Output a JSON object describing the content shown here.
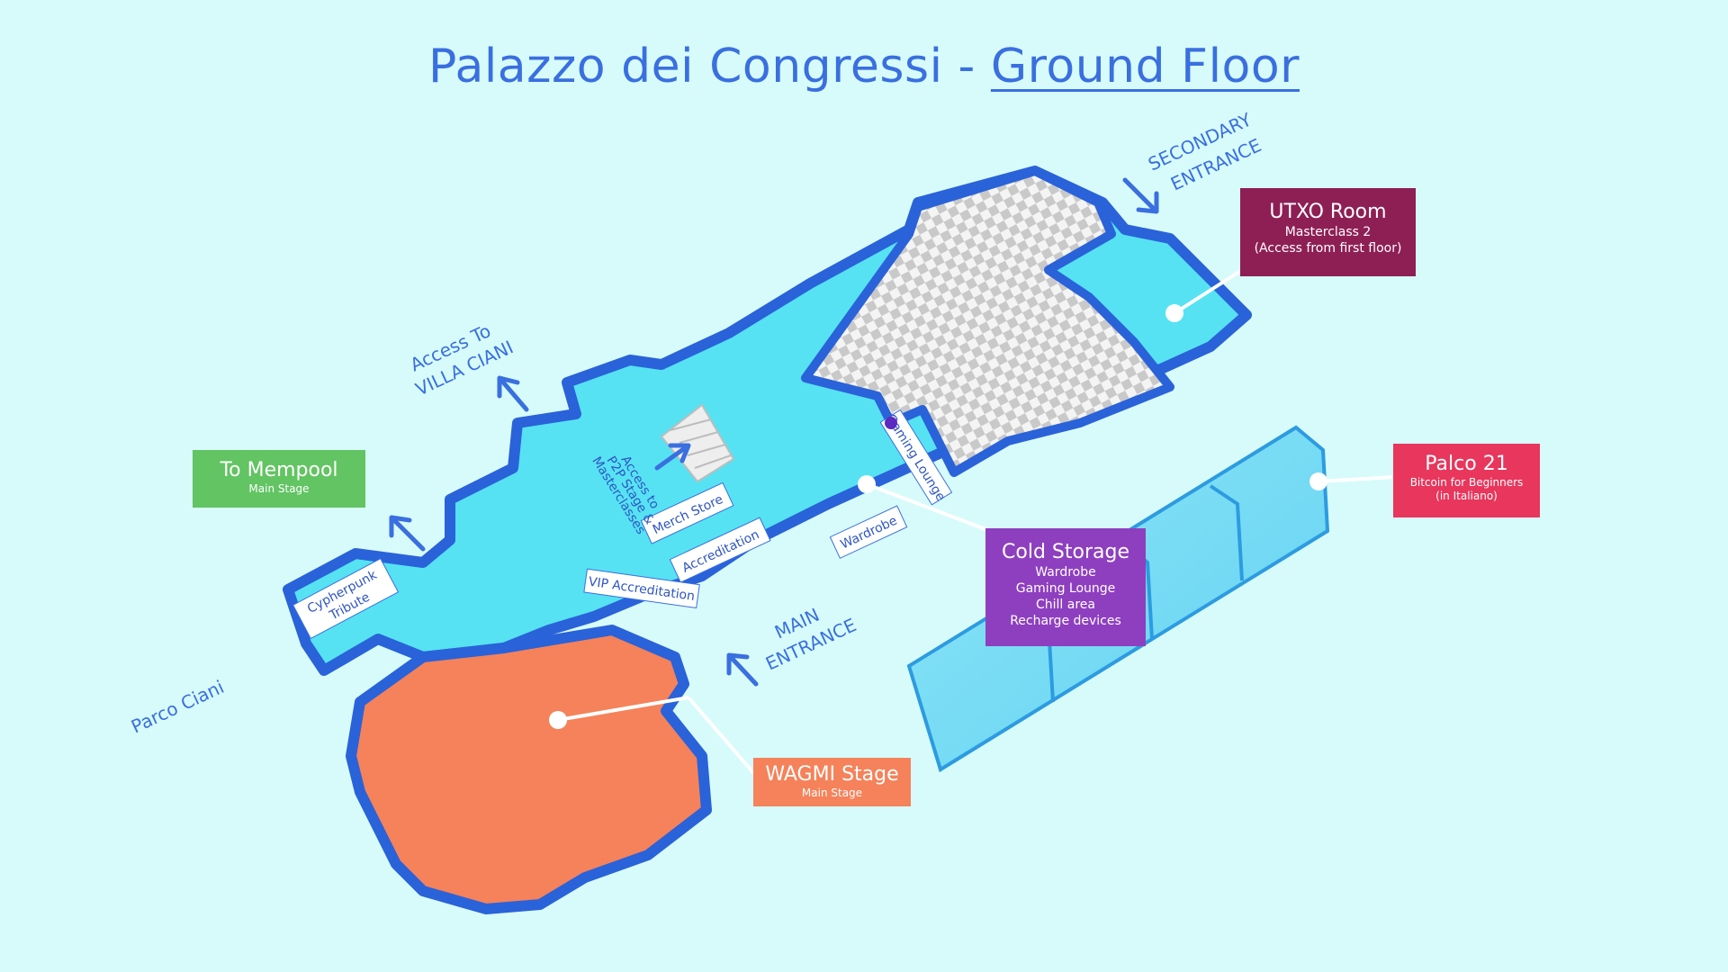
{
  "title": {
    "main": "Palazzo dei Congressi - ",
    "floor": "Ground Floor"
  },
  "colors": {
    "background": "#d7fbfb",
    "floor": "#56e2f2",
    "walls": "#2a62d9",
    "wagmi": "#f5825a",
    "mempool": "#62c462",
    "utxo": "#8e1f55",
    "cold_storage": "#8e3fbf",
    "palco21": "#e8365c"
  },
  "outdoor_labels": {
    "villa_ciani_1": "Access To",
    "villa_ciani_2": "VILLA CIANI",
    "secondary_1": "SECONDARY",
    "secondary_2": "ENTRANCE",
    "main_1": "MAIN",
    "main_2": "ENTRANCE",
    "parco": "Parco Ciani"
  },
  "room_tags": {
    "cypherpunk_1": "Cypherpunk",
    "cypherpunk_2": "Tribute",
    "merch": "Merch Store",
    "accreditation": "Accreditation",
    "vip": "VIP Accreditation",
    "wardrobe": "Wardrobe",
    "gaming": "Gaming Lounge",
    "p2p_1": "Access to",
    "p2p_2": "P2P Stage &",
    "p2p_3": "Masterclasses"
  },
  "callouts": {
    "mempool": {
      "title": "To Mempool",
      "sub": "Main Stage"
    },
    "utxo": {
      "title": "UTXO Room",
      "line1": "Masterclass 2",
      "line2": "(Access from first floor)"
    },
    "palco21": {
      "title": "Palco 21",
      "line1": "Bitcoin for Beginners",
      "line2": "(in Italiano)"
    },
    "cold_storage": {
      "title": "Cold Storage",
      "line1": "Wardrobe",
      "line2": "Gaming Lounge",
      "line3": "Chill area",
      "line4": "Recharge devices"
    },
    "wagmi": {
      "title": "WAGMI Stage",
      "sub": "Main Stage"
    }
  }
}
